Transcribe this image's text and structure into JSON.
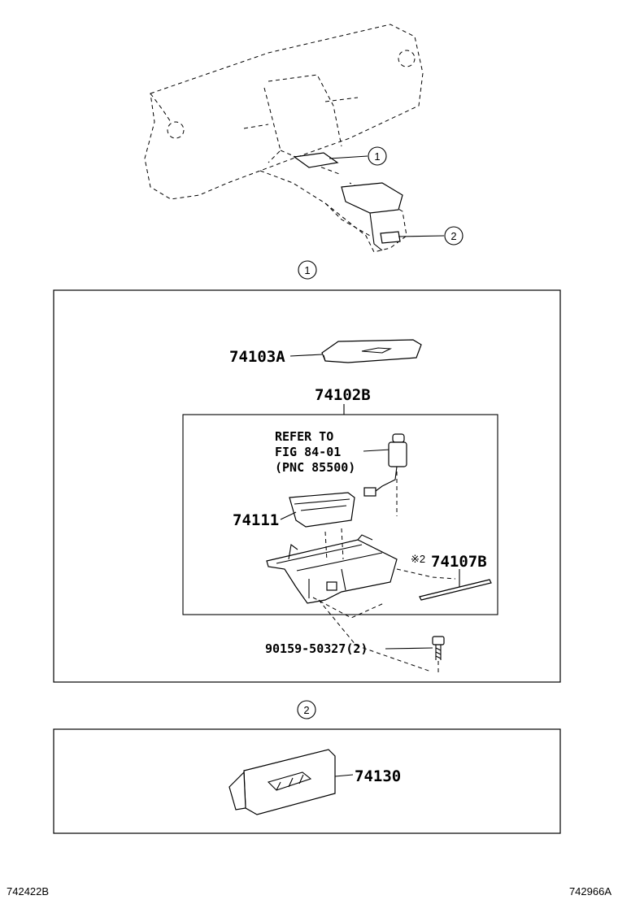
{
  "callouts": {
    "one": "1",
    "two": "2"
  },
  "sections": {
    "one": {
      "marker": "1",
      "parts": {
        "cover": "74103A",
        "box": "74102B",
        "refer_line1": "REFER TO",
        "refer_line2": "FIG 84-01",
        "refer_line3": "(PNC 85500)",
        "tray": "74111",
        "note_mark": "※2",
        "strip": "74107B",
        "screw": "90159-50327(2)"
      }
    },
    "two": {
      "marker": "2",
      "parts": {
        "ashtray": "74130"
      }
    }
  },
  "footer": {
    "left_code": "742422B",
    "right_code": "742966A"
  }
}
